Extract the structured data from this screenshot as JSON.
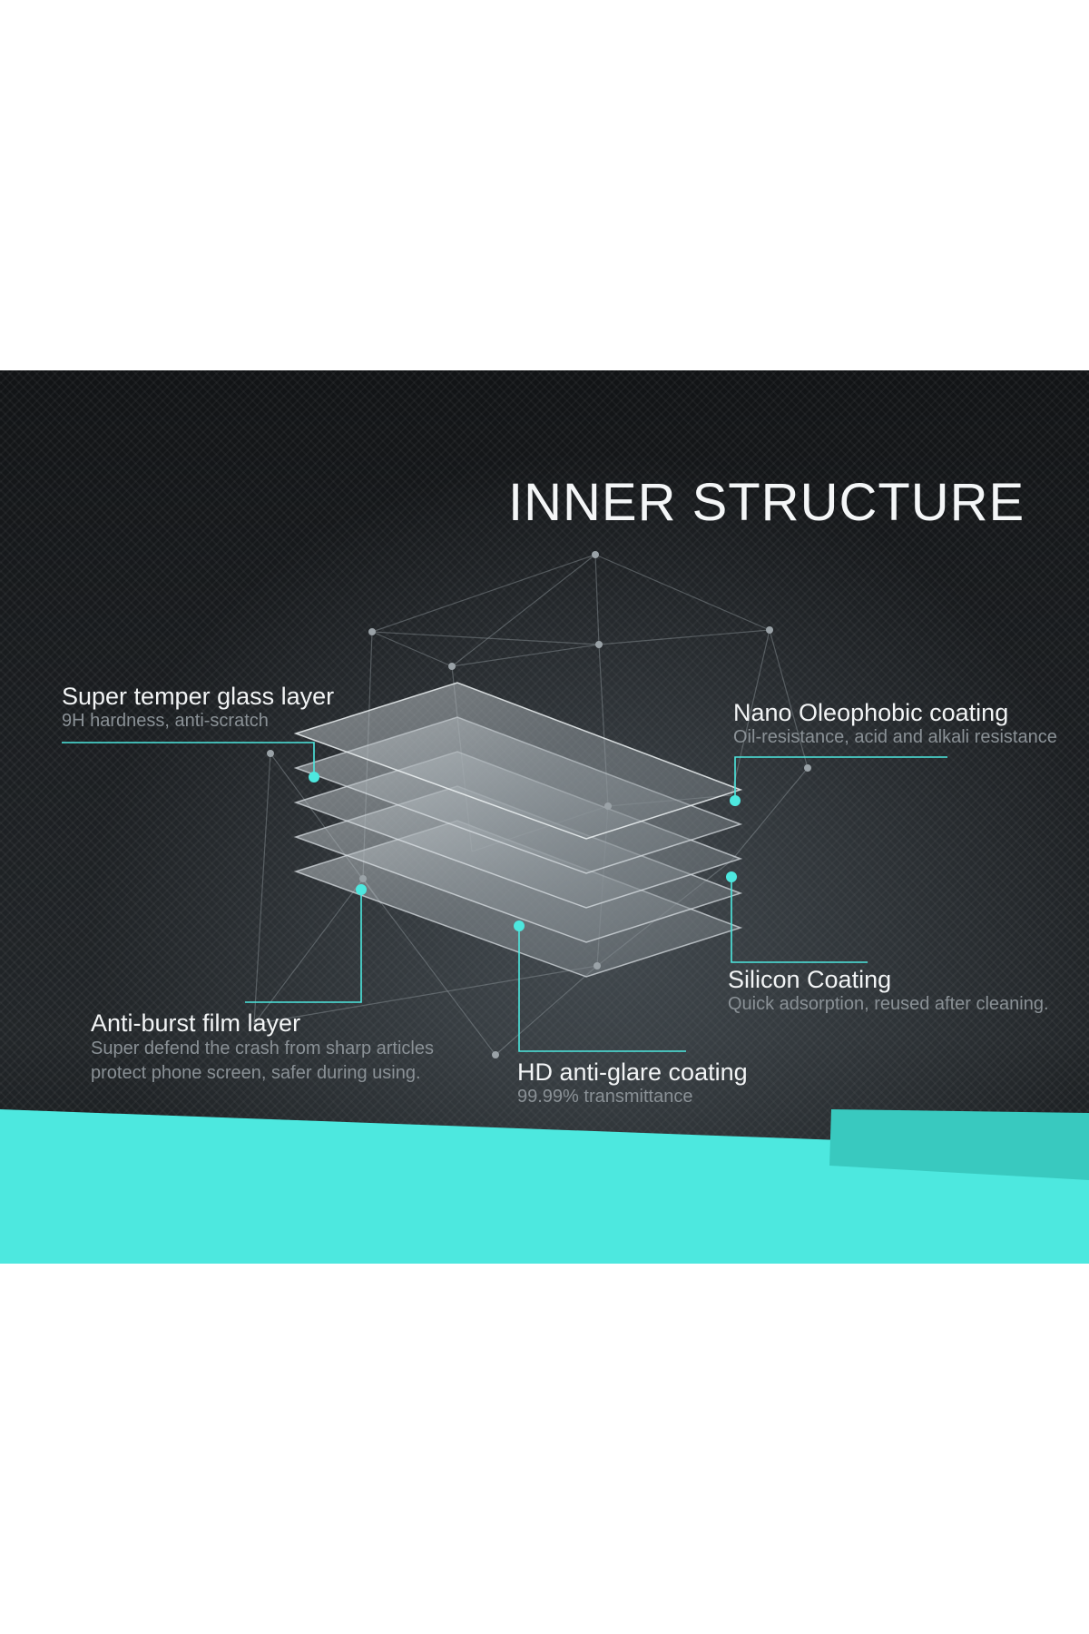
{
  "title": "INNER STRUCTURE",
  "callouts": {
    "temper": {
      "heading": "Super temper glass layer",
      "detail": "9H hardness, anti-scratch"
    },
    "oleophobic": {
      "heading": "Nano Oleophobic coating",
      "detail": "Oil-resistance, acid and alkali resistance"
    },
    "silicon": {
      "heading": "Silicon Coating",
      "detail": "Quick adsorption, reused after cleaning."
    },
    "burst": {
      "heading": "Anti-burst film layer",
      "detail_lines": [
        "Super defend the crash from sharp articles",
        "protect phone screen, safer during using."
      ]
    },
    "hd": {
      "heading": "HD anti-glare coating",
      "detail": "99.99% transmittance"
    }
  },
  "colors": {
    "accent": "#4de8df",
    "background": "#1c1f22",
    "text": "#f2f4f5",
    "muted_text": "#8a9196"
  }
}
